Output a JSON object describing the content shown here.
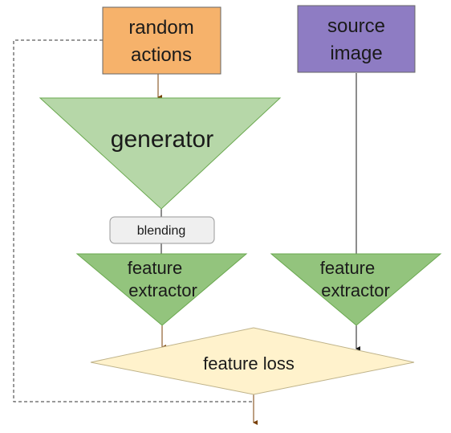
{
  "nodes": {
    "random_actions": {
      "line1": "random",
      "line2": "actions",
      "color": "#f6b26b"
    },
    "source_image": {
      "line1": "source",
      "line2": "image",
      "color": "#8e7cc3"
    },
    "generator": {
      "label": "generator",
      "color": "#b6d7a8"
    },
    "blending": {
      "label": "blending",
      "color": "#efefef"
    },
    "feature_extractor_left": {
      "line1": "feature",
      "line2": "extractor",
      "color": "#93c47d"
    },
    "feature_extractor_right": {
      "line1": "feature",
      "line2": "extractor",
      "color": "#93c47d"
    },
    "feature_loss": {
      "label": "feature loss",
      "color": "#fff2cc"
    }
  },
  "edge_colors": {
    "solid": "#1a1a1a",
    "arrow_brown": "#783f04",
    "dashed": "#333333"
  }
}
